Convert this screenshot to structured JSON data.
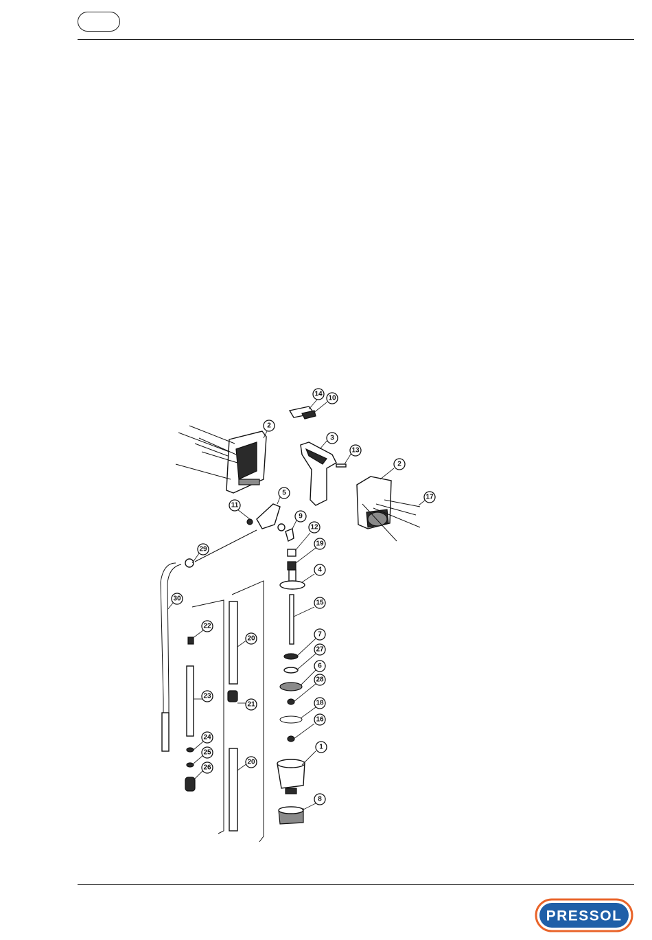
{
  "header": {
    "language_badge": ""
  },
  "diagram": {
    "callouts": [
      "1",
      "2",
      "3",
      "4",
      "5",
      "6",
      "7",
      "8",
      "9",
      "10",
      "11",
      "12",
      "13",
      "14",
      "15",
      "16",
      "17",
      "18",
      "19",
      "20",
      "21",
      "22",
      "23",
      "24",
      "25",
      "26",
      "27",
      "28",
      "29",
      "30"
    ]
  },
  "brand": {
    "logo_text": "PRESSOL",
    "primary_color": "#1f5fa8",
    "accent_color": "#e9642a"
  }
}
